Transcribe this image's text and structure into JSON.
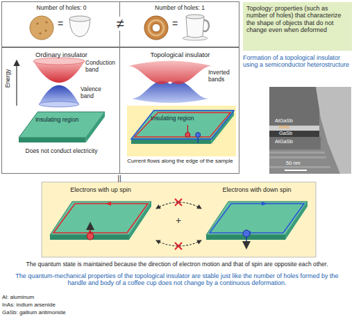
{
  "diagram": {
    "nodes": [
      {
        "text": [
          "Number of holes: 0"
        ]
      },
      {
        "text": [
          "Number of holes: 1"
        ]
      },
      {
        "text": [
          "Ordinary insulator",
          "Does not conduct electricity"
        ]
      },
      {
        "text": [
          "Insulating region"
        ],
        "in": 2
      },
      {
        "text": [
          "Topological insulator",
          "Current flows along the edge of the sample"
        ]
      },
      {
        "text": [
          "Insulating region"
        ],
        "in": 4
      },
      {
        "text": [
          "Topology: properties (such as number of holes) that characterize the shape of objects that do not change even when deformed"
        ]
      },
      {
        "text": [
          "Electrons with up spin"
        ]
      },
      {
        "text": [
          "Electrons with down spin"
        ]
      }
    ],
    "edges": [
      {
        "from": 7,
        "to": 8,
        "arrow": "both"
      },
      {
        "from": 8,
        "to": 7,
        "arrow": "both"
      }
    ],
    "labels": [
      "=",
      "≠",
      "=",
      "Energy",
      "Conduction band",
      "Valence band",
      "Inverted bands",
      "Formation of a topological insulator using a semiconductor heterostructure",
      "AlGaSb",
      "InAs",
      "GaSb",
      "AlGaSb",
      "50 nm",
      "||",
      "+",
      "The quantum state is maintained because the direction of electron motion and that of spin are opposite each other.",
      "The quantum-mechanical properties of the topological insulator are stable just like the number of holes formed by the handle and body of a coffee cup does not change by a continuous deformation.",
      "Al: aluminum",
      "InAs: indium arsenide",
      "GaSb: gallium antimonide"
    ]
  }
}
